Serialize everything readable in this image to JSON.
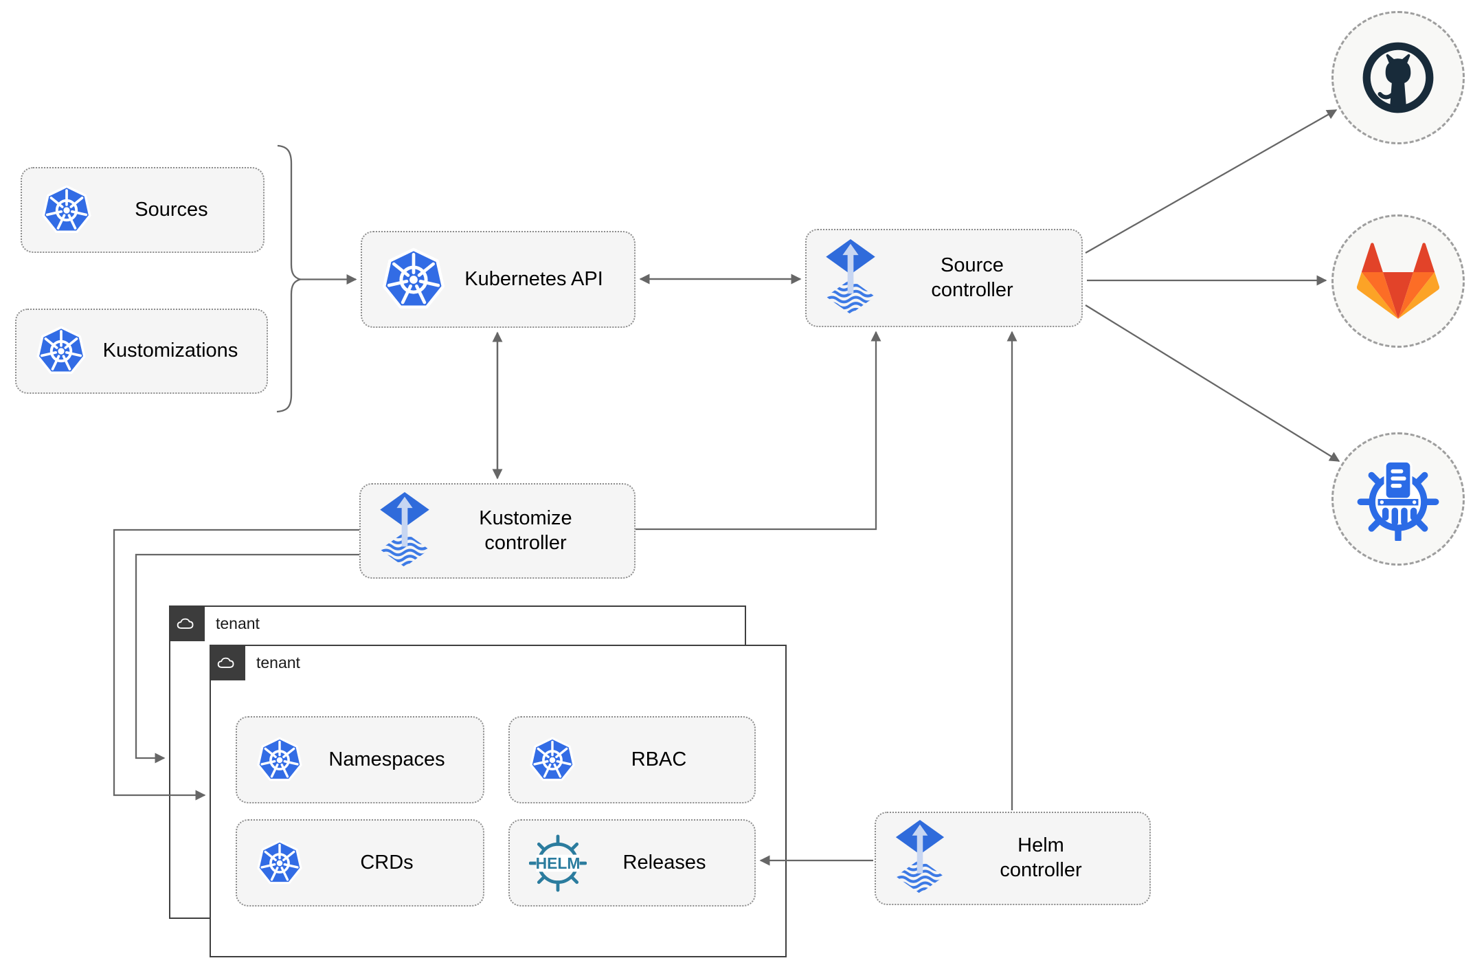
{
  "nodes": {
    "sources": {
      "label": "Sources",
      "icon": "kubernetes"
    },
    "kustomizations": {
      "label": "Kustomizations",
      "icon": "kubernetes"
    },
    "kubernetes_api": {
      "label": "Kubernetes API",
      "icon": "kubernetes"
    },
    "source_controller": {
      "label": "Source controller",
      "icon": "flux"
    },
    "kustomize_controller": {
      "label": "Kustomize controller",
      "icon": "flux"
    },
    "helm_controller": {
      "label": "Helm controller",
      "icon": "flux"
    },
    "namespaces": {
      "label": "Namespaces",
      "icon": "kubernetes"
    },
    "rbac": {
      "label": "RBAC",
      "icon": "kubernetes"
    },
    "crds": {
      "label": "CRDs",
      "icon": "kubernetes"
    },
    "releases": {
      "label": "Releases",
      "icon": "helm"
    }
  },
  "groups": {
    "tenant_back": {
      "label": "tenant",
      "icon": "cloud"
    },
    "tenant_front": {
      "label": "tenant",
      "icon": "cloud"
    }
  },
  "endpoints": {
    "github": {
      "icon": "github-octocat"
    },
    "gitlab": {
      "icon": "gitlab-tanuki"
    },
    "harbor": {
      "icon": "harbor-registry"
    }
  },
  "edges": [
    {
      "from": "sources / kustomizations",
      "to": "kubernetes_api",
      "style": "brace-arrow"
    },
    {
      "from": "kubernetes_api",
      "to": "source_controller",
      "style": "double-arrow"
    },
    {
      "from": "kubernetes_api",
      "to": "kustomize_controller",
      "style": "double-arrow"
    },
    {
      "from": "kustomize_controller",
      "to": "source_controller",
      "style": "arrow"
    },
    {
      "from": "kustomize_controller",
      "to": "tenant_back",
      "style": "arrow"
    },
    {
      "from": "kustomize_controller",
      "to": "tenant_front",
      "style": "arrow"
    },
    {
      "from": "helm_controller",
      "to": "source_controller",
      "style": "arrow"
    },
    {
      "from": "helm_controller",
      "to": "releases",
      "style": "arrow"
    },
    {
      "from": "source_controller",
      "to": "github",
      "style": "arrow"
    },
    {
      "from": "source_controller",
      "to": "gitlab",
      "style": "arrow"
    },
    {
      "from": "source_controller",
      "to": "harbor",
      "style": "arrow"
    }
  ],
  "colors": {
    "kubernetes_blue": "#326ce5",
    "flux_blue": "#2f6bdb",
    "flux_wave_blue": "#3d7ae5",
    "helm_teal": "#2b7c9e",
    "harbor_blue": "#2b6be6",
    "github_dark": "#182b3a",
    "gitlab_red": "#e24329",
    "gitlab_orange": "#fc6d26",
    "gitlab_yellow": "#fca326",
    "connector_gray": "#666666",
    "node_fill": "#f5f5f5",
    "tenant_border": "#3f3f3f",
    "tenant_badge": "#3c3c3c"
  }
}
